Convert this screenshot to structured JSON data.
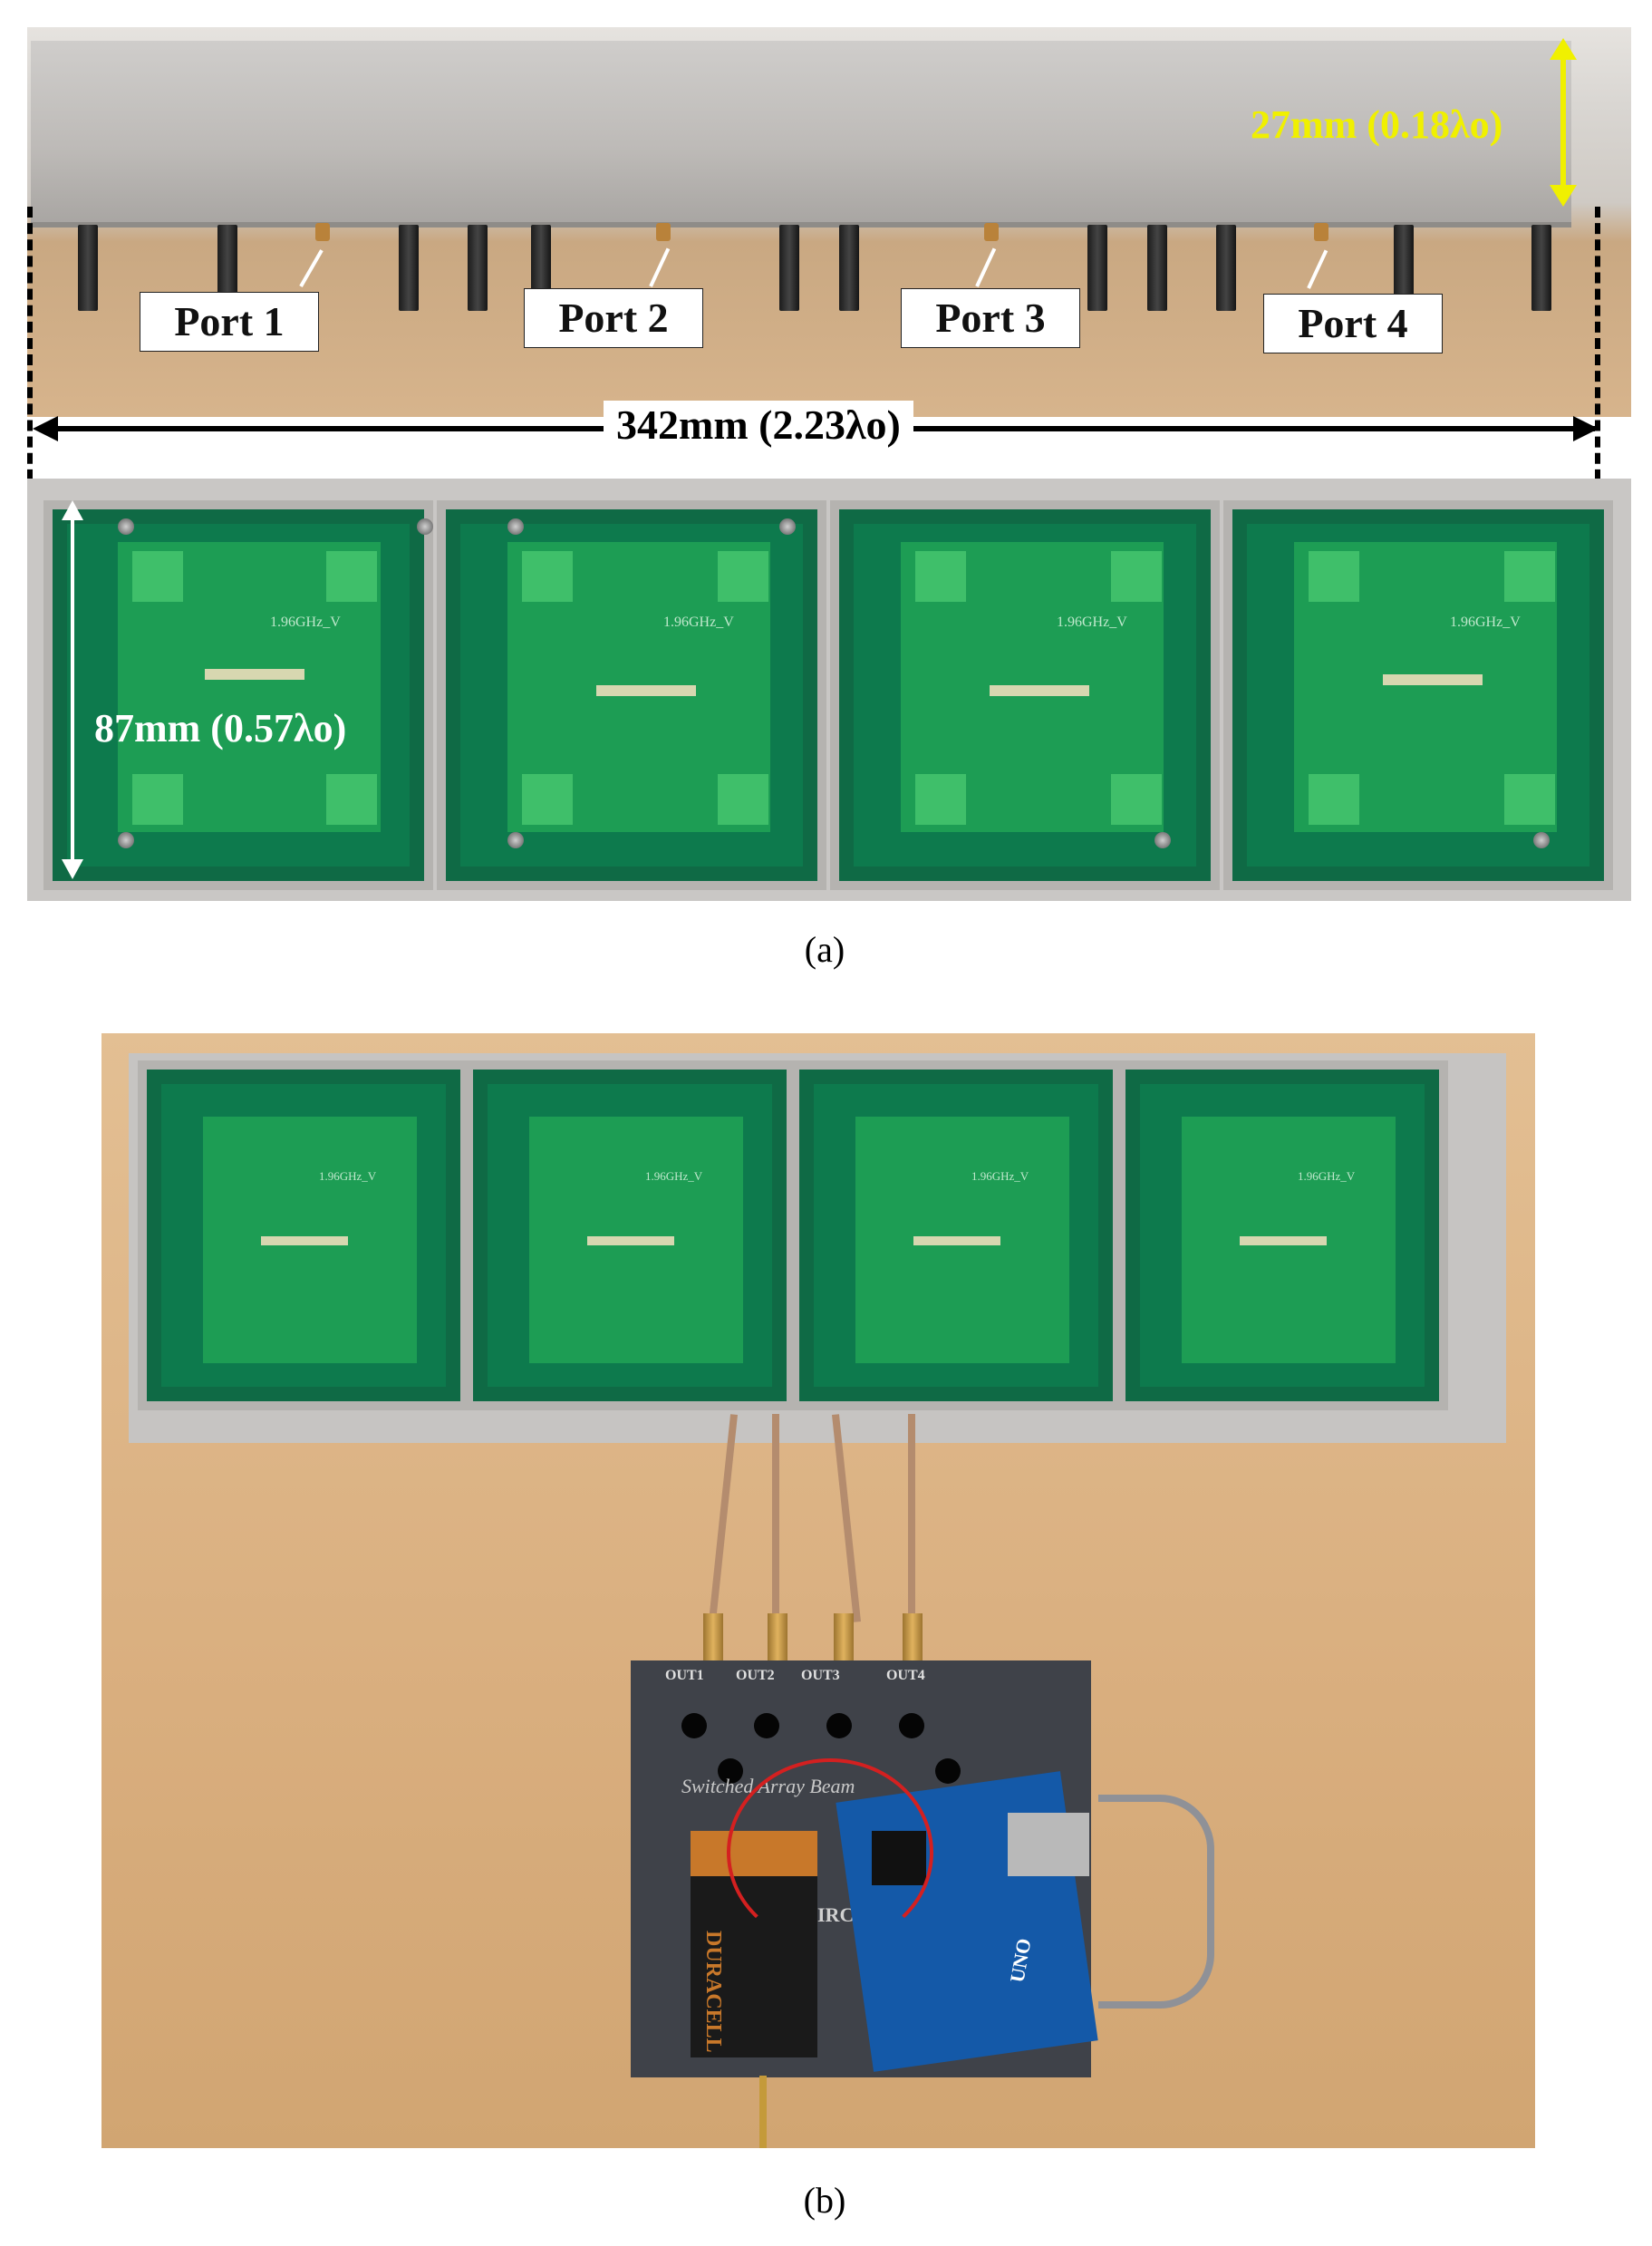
{
  "panel_a": {
    "ports": [
      "Port 1",
      "Port 2",
      "Port 3",
      "Port 4"
    ],
    "height_label": "27mm (0.18λo)",
    "width_label": "342mm (2.23λo)",
    "depth_label": "87mm (0.57λo)",
    "board_marking": "1.96GHz_V",
    "caption": "(a)"
  },
  "panel_b": {
    "outputs": [
      "OUT1",
      "OUT2",
      "OUT3",
      "OUT4"
    ],
    "box_text": "Switched Array Beam",
    "battery_brand": "DURACELL",
    "box_text_2": "IRCSA",
    "arduino_text": "UNO",
    "caption": "(b)"
  },
  "colors": {
    "dimension_yellow": "#f0f000",
    "pcb_green": "#1d9d54",
    "cavity_green": "#0d7a4d"
  }
}
